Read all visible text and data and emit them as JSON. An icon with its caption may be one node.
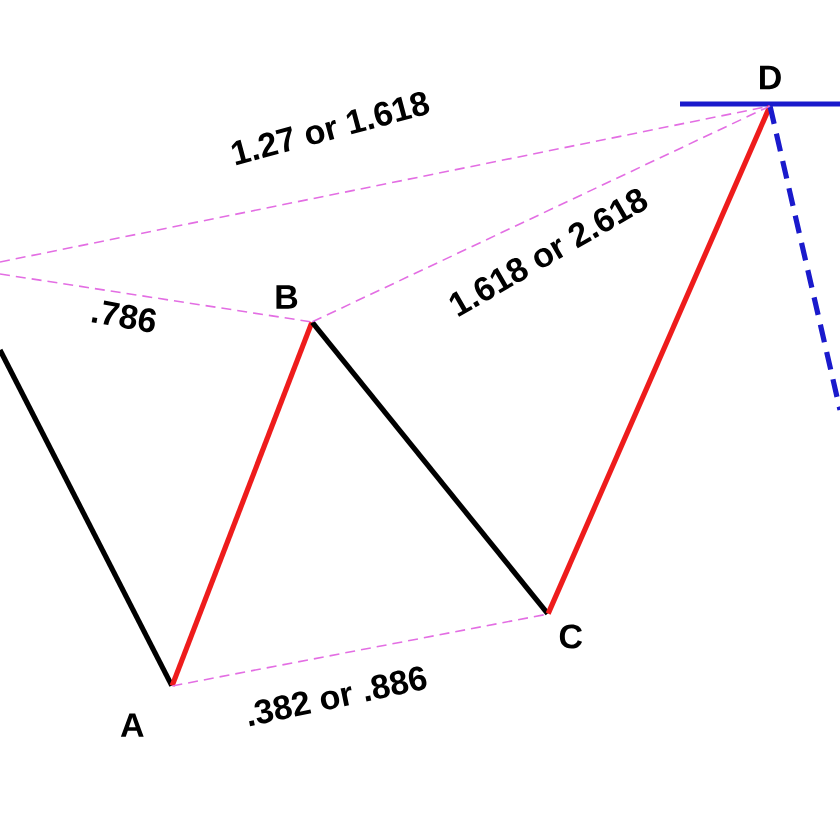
{
  "diagram": {
    "nodes": [
      {
        "text": [
          "A"
        ]
      },
      {
        "text": [
          "B"
        ]
      },
      {
        "text": [
          "C"
        ]
      },
      {
        "text": [
          "D"
        ]
      }
    ],
    "edges": [
      {
        "from": null,
        "to": 0,
        "arrow": "none",
        "color": "#000000"
      },
      {
        "from": 0,
        "to": 1,
        "arrow": "none",
        "color": "#ee1c1c"
      },
      {
        "from": 1,
        "to": 2,
        "arrow": "none",
        "color": "#000000"
      },
      {
        "from": 2,
        "to": 3,
        "arrow": "none",
        "color": "#ee1c1c"
      },
      {
        "from": 3,
        "to": null,
        "arrow": "none",
        "style": "dashed",
        "color": "#1a1acc"
      },
      {
        "from": null,
        "to": 3,
        "arrow": "none",
        "style": "dashed",
        "color": "#e36ee3",
        "label": "1.27 or 1.618"
      },
      {
        "from": null,
        "to": 1,
        "arrow": "none",
        "style": "dashed",
        "color": "#e36ee3",
        "label": ".786"
      },
      {
        "from": 1,
        "to": 3,
        "arrow": "none",
        "style": "dashed",
        "color": "#e36ee3",
        "label": "1.618 or 2.618"
      },
      {
        "from": 0,
        "to": 2,
        "arrow": "none",
        "style": "dashed",
        "color": "#e36ee3",
        "label": ".382 or .886"
      }
    ]
  }
}
